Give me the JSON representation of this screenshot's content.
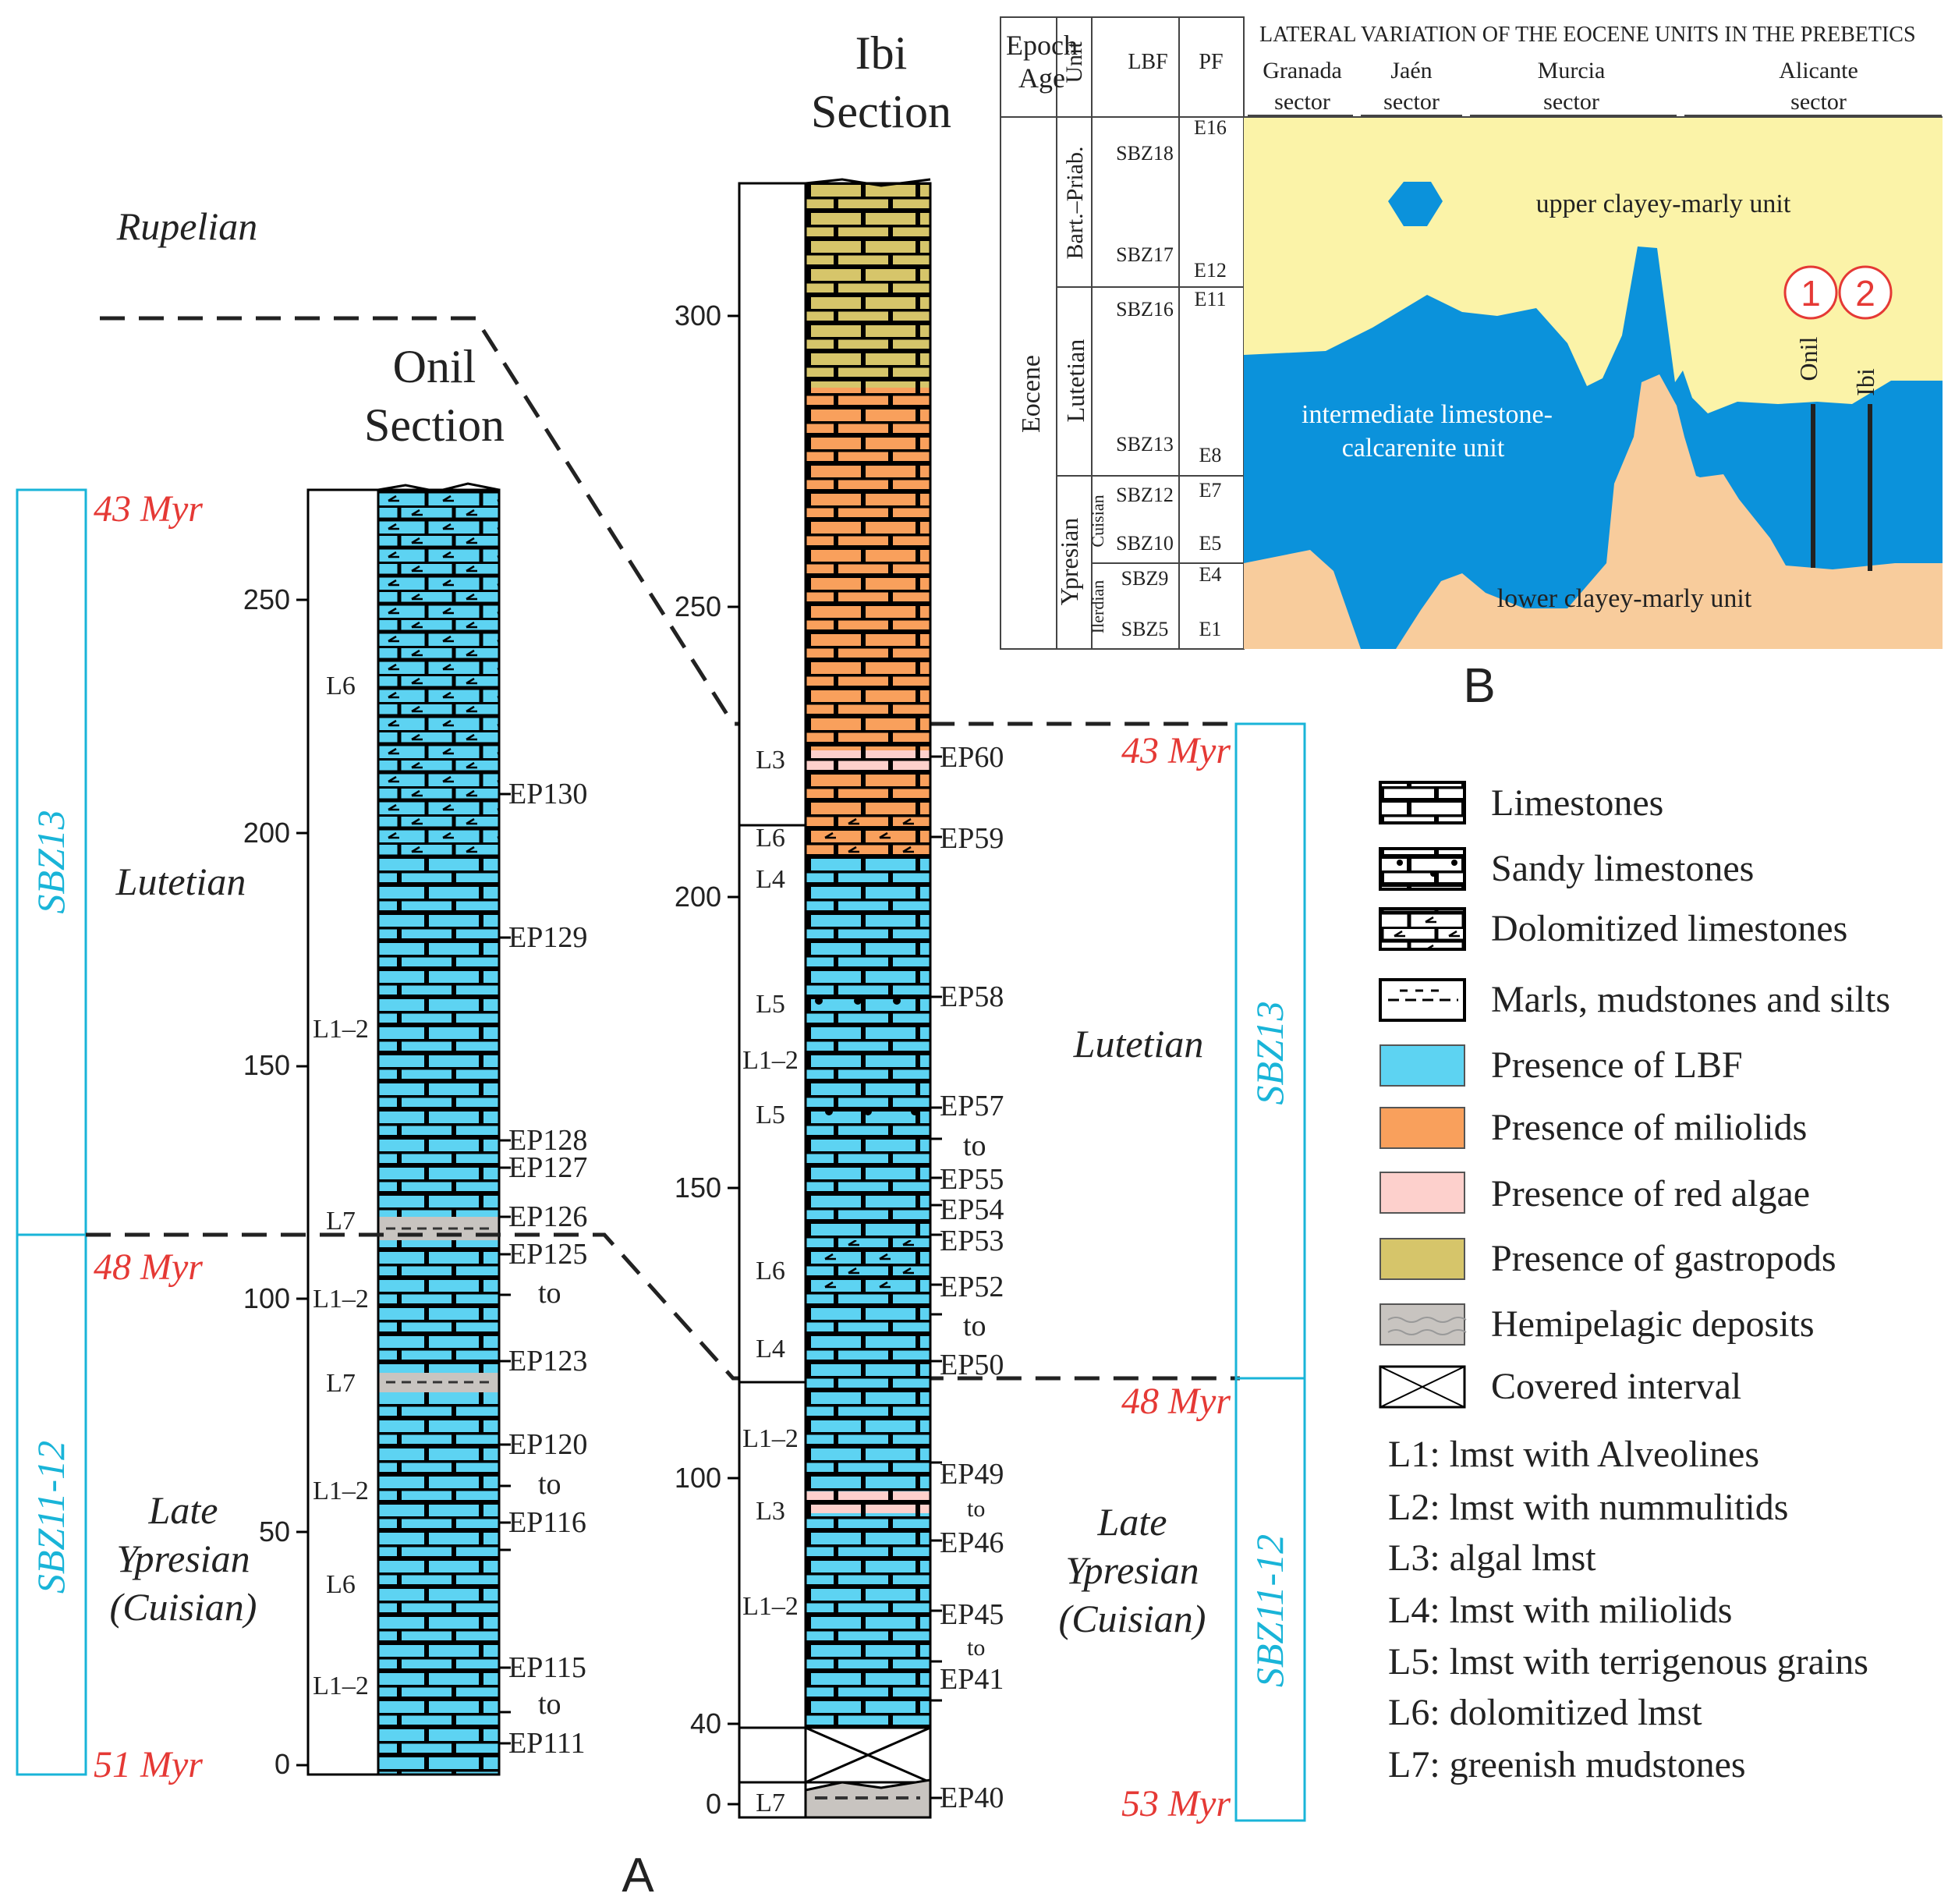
{
  "panel_a": {
    "label": "A",
    "onil": {
      "title_line1": "Onil",
      "title_line2": "Section",
      "ticks": [
        "0",
        "50",
        "100",
        "150",
        "200",
        "250"
      ],
      "units": [
        "L6",
        "L1–2",
        "L7",
        "L1–2",
        "L7",
        "L1–2",
        "L6",
        "L1–2"
      ],
      "samples": [
        "EP130",
        "EP129",
        "EP128",
        "EP127",
        "EP126",
        "EP125",
        "to",
        "EP123",
        "EP120",
        "to",
        "EP116",
        "EP115",
        "to",
        "EP111"
      ],
      "biozones": [
        "SBZ13",
        "SBZ11-12"
      ],
      "ages": [
        "43 Myr",
        "48 Myr",
        "51 Myr"
      ],
      "stages": [
        "Rupelian",
        "Lutetian",
        "Late",
        "Ypresian",
        "(Cuisian)"
      ]
    },
    "ibi": {
      "title_line1": "Ibi",
      "title_line2": "Section",
      "ticks": [
        "0",
        "40",
        "100",
        "150",
        "200",
        "250",
        "300"
      ],
      "units": [
        "L3",
        "L6",
        "L4",
        "L5",
        "L1–2",
        "L5",
        "L6",
        "L4",
        "L1–2",
        "L3",
        "L1–2",
        "L7"
      ],
      "samples": [
        "EP60",
        "EP59",
        "EP58",
        "EP57",
        "to",
        "EP55",
        "EP54",
        "EP53",
        "EP52",
        "to",
        "EP50",
        "EP49",
        "to",
        "EP46",
        "EP45",
        "to",
        "EP41",
        "EP40"
      ],
      "biozones": [
        "SBZ13",
        "SBZ11-12"
      ],
      "ages": [
        "43 Myr",
        "48 Myr",
        "53 Myr"
      ],
      "stages": [
        "Lutetian",
        "Late",
        "Ypresian",
        "(Cuisian)"
      ]
    }
  },
  "legend": {
    "items": [
      "Limestones",
      "Sandy limestones",
      "Dolomitized limestones",
      "Marls, mudstones and silts",
      "Presence of LBF",
      "Presence of miliolids",
      "Presence of red algae",
      "Presence of gastropods",
      "Hemipelagic deposits",
      "Covered interval"
    ],
    "lithofacies": [
      "L1: lmst with Alveolines",
      "L2: lmst with nummulitids",
      "L3: algal lmst",
      "L4: lmst with miliolids",
      "L5: lmst with terrigenous grains",
      "L6: dolomitized lmst",
      "L7: greenish mudstones"
    ],
    "colors": {
      "lbf": "#5dd3f2",
      "miliolids": "#f9a05c",
      "red_algae": "#fdd0cc",
      "gastropods": "#d6c56a",
      "hemipelagic": "#c8c4c0"
    }
  },
  "panel_b": {
    "label": "B",
    "title": "LATERAL VARIATION OF THE EOCENE UNITS IN THE PREBETICS",
    "headers": {
      "epoch1": "Epoch",
      "epoch2": "Age",
      "unit": "Unit",
      "lbf": "LBF",
      "pf": "PF"
    },
    "sectors": [
      {
        "l1": "Granada",
        "l2": "sector"
      },
      {
        "l1": "Jaén",
        "l2": "sector"
      },
      {
        "l1": "Murcia",
        "l2": "sector"
      },
      {
        "l1": "Alicante",
        "l2": "sector"
      }
    ],
    "epoch": "Eocene",
    "ages": [
      "Bart.–Priab.",
      "Lutetian",
      "Ypresian"
    ],
    "subunits": [
      "Cuisian",
      "Ilerdian"
    ],
    "lbf_zones": [
      "SBZ18",
      "SBZ17",
      "SBZ16",
      "SBZ13",
      "SBZ12",
      "SBZ10",
      "SBZ9",
      "SBZ5"
    ],
    "pf_zones": [
      "E16",
      "E12",
      "E11",
      "E8",
      "E7",
      "E5",
      "E4",
      "E1"
    ],
    "unit_labels": [
      "upper clayey-marly unit",
      "intermediate limestone-",
      "calcarenite  unit",
      "lower clayey-marly unit"
    ],
    "sections": [
      {
        "num": "1",
        "name": "Onil"
      },
      {
        "num": "2",
        "name": "Ibi"
      }
    ],
    "colors": {
      "upper": "#fbf3a8",
      "intermediate": "#0b92db",
      "lower": "#f8cc9c"
    }
  }
}
